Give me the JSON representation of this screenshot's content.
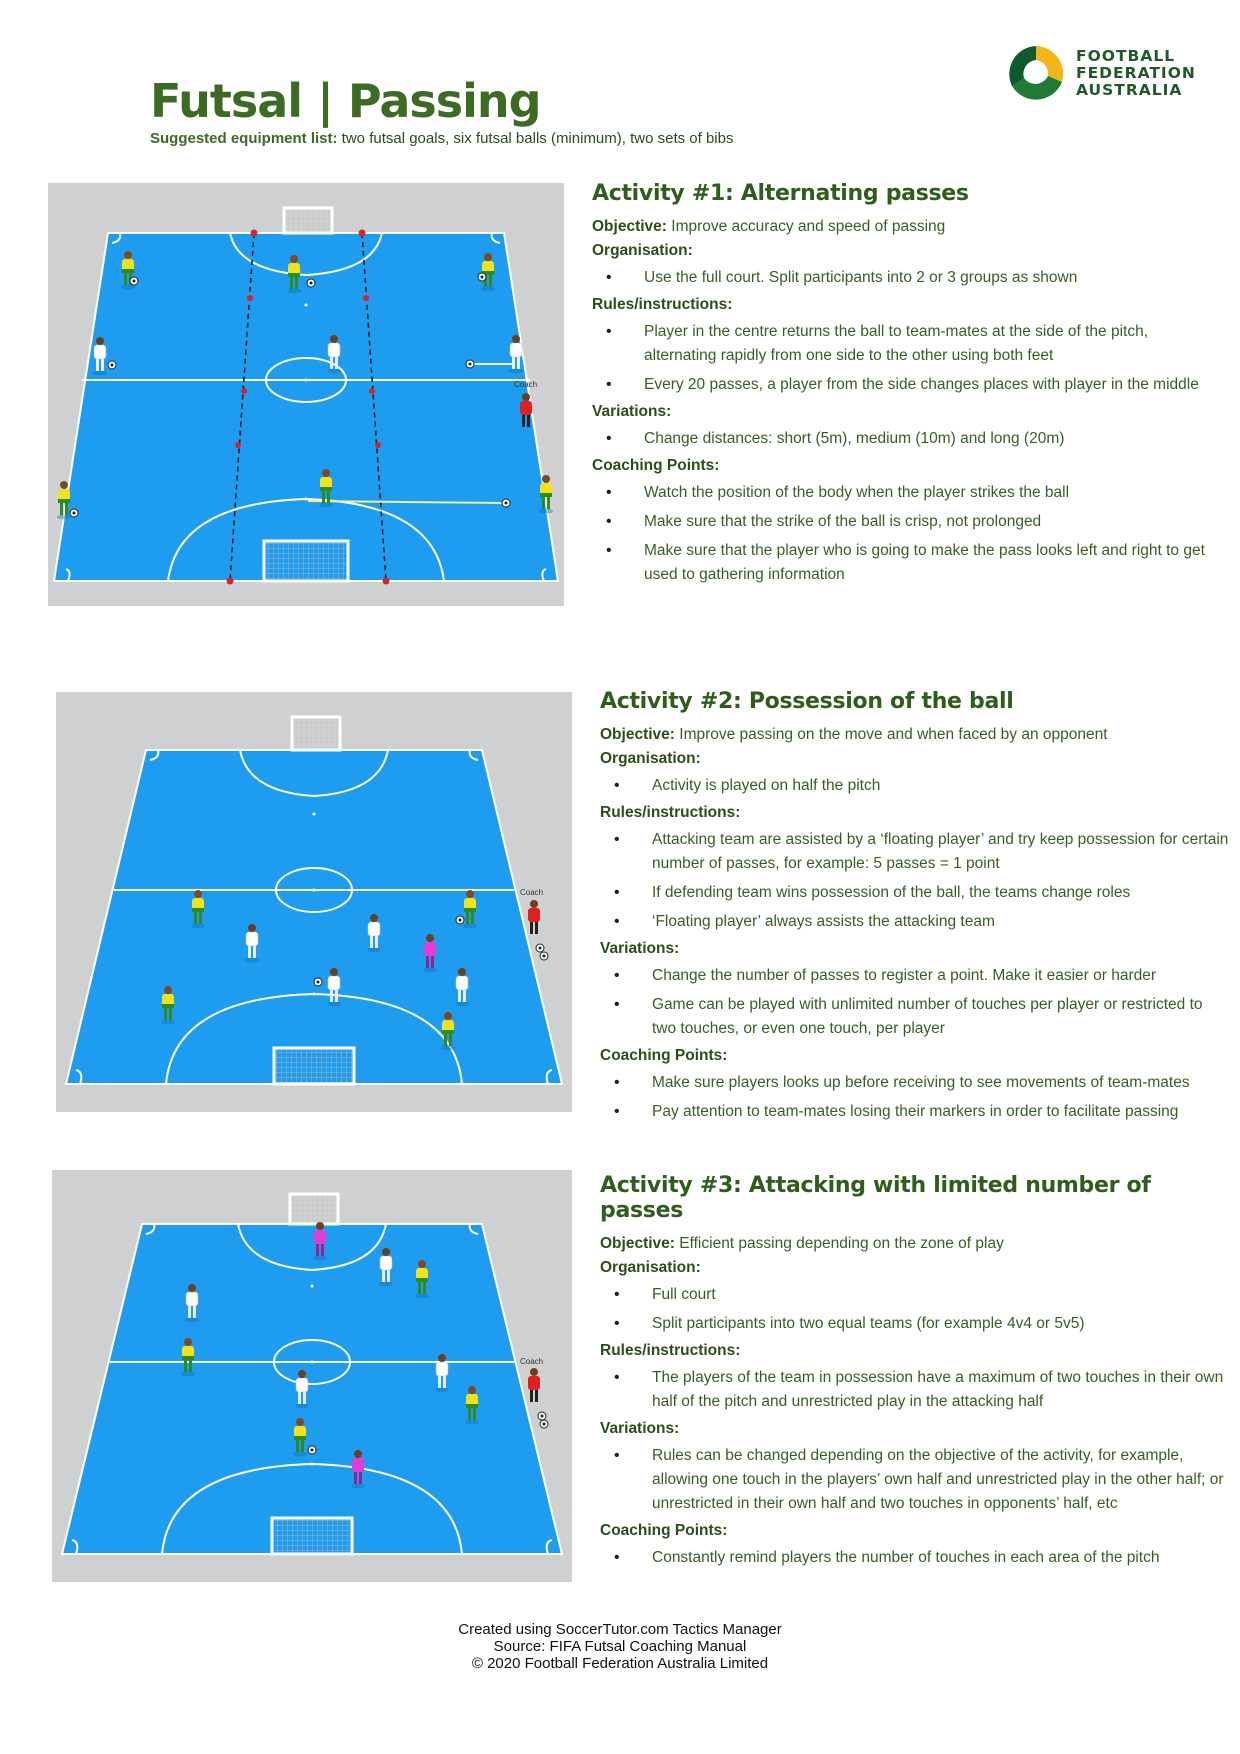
{
  "header": {
    "title": "Futsal | Passing",
    "equipment_label": "Suggested equipment list:",
    "equipment_text": " two futsal goals, six futsal balls (minimum), two sets of bibs"
  },
  "logo": {
    "line1": "FOOTBALL",
    "line2": "FEDERATION",
    "line3": "AUSTRALIA"
  },
  "diagram_labels": {
    "coach": "Coach"
  },
  "activities": [
    {
      "title": "Activity #1: Alternating passes",
      "objective_label": "Objective:",
      "objective": " Improve accuracy and speed of passing",
      "organisation_label": "Organisation:",
      "organisation": [
        "Use the full court. Split participants into 2 or 3 groups as shown"
      ],
      "rules_label": "Rules/instructions:",
      "rules": [
        "Player in the centre returns the ball to team-mates at the side of the pitch, alternating rapidly from one side to the other using both feet",
        "Every 20 passes, a player from the side changes places with player in the middle"
      ],
      "variations_label": "Variations:",
      "variations": [
        "Change distances: short (5m), medium (10m) and long (20m)"
      ],
      "coaching_label": "Coaching Points:",
      "coaching": [
        "Watch the position  of the body when the player strikes the ball",
        "Make sure that the strike of the ball is crisp, not prolonged",
        "Make sure that the player who is going to make the pass looks left and right to get used to gathering information"
      ]
    },
    {
      "title": "Activity #2: Possession of the ball",
      "objective_label": "Objective:",
      "objective": " Improve passing on the move and when faced by an opponent",
      "organisation_label": "Organisation:",
      "organisation": [
        "Activity is played on half the pitch"
      ],
      "rules_label": "Rules/instructions:",
      "rules": [
        "Attacking team are assisted by a ‘floating player’ and try keep possession for certain number of passes, for example: 5 passes = 1 point",
        "If defending team wins possession of the ball, the teams change roles",
        "‘Floating player’ always assists the attacking team"
      ],
      "variations_label": "Variations:",
      "variations": [
        "Change the number of passes to register a point. Make it easier or harder",
        "Game can be played with unlimited number of touches per player or restricted to two touches, or even one touch, per player"
      ],
      "coaching_label": "Coaching Points:",
      "coaching": [
        "Make sure players looks up before receiving to see movements of team-mates",
        "Pay attention to team-mates losing their markers in order to facilitate passing"
      ]
    },
    {
      "title": "Activity #3: Attacking with limited number of passes",
      "objective_label": "Objective:",
      "objective": " Efficient passing depending on the zone of play",
      "organisation_label": "Organisation:",
      "organisation": [
        "Full court",
        "Split participants into two equal teams (for example 4v4 or 5v5)"
      ],
      "rules_label": "Rules/instructions:",
      "rules": [
        "The players of the team in possession have a maximum of two touches in their own half of the pitch and unrestricted play in the attacking half"
      ],
      "variations_label": "Variations:",
      "variations": [
        "Rules can be changed depending on the objective of the activity, for example, allowing one touch in the players’ own half and unrestricted play in the other half; or unrestricted in their own half and two touches in opponents’ half, etc"
      ],
      "coaching_label": "Coaching Points:",
      "coaching": [
        "Constantly remind players the number of touches in each area of the pitch"
      ]
    }
  ],
  "footer": {
    "line1": "Created using SoccerTutor.com Tactics Manager",
    "line2": "Source: FIFA Futsal Coaching  Manual",
    "line3": "© 2020 Football Federation Australia Limited"
  },
  "colors": {
    "court": "#1e9cf0",
    "court_lines": "#ffffff",
    "surround": "#cfd0d1",
    "team_yellow": "#f2e21a",
    "team_green": "#2e8b1e",
    "team_white": "#ffffff",
    "keeper": "#e23bd6",
    "coach": "#e02020",
    "cone": "#e01f26",
    "heading_green": "#2f5d1c"
  }
}
